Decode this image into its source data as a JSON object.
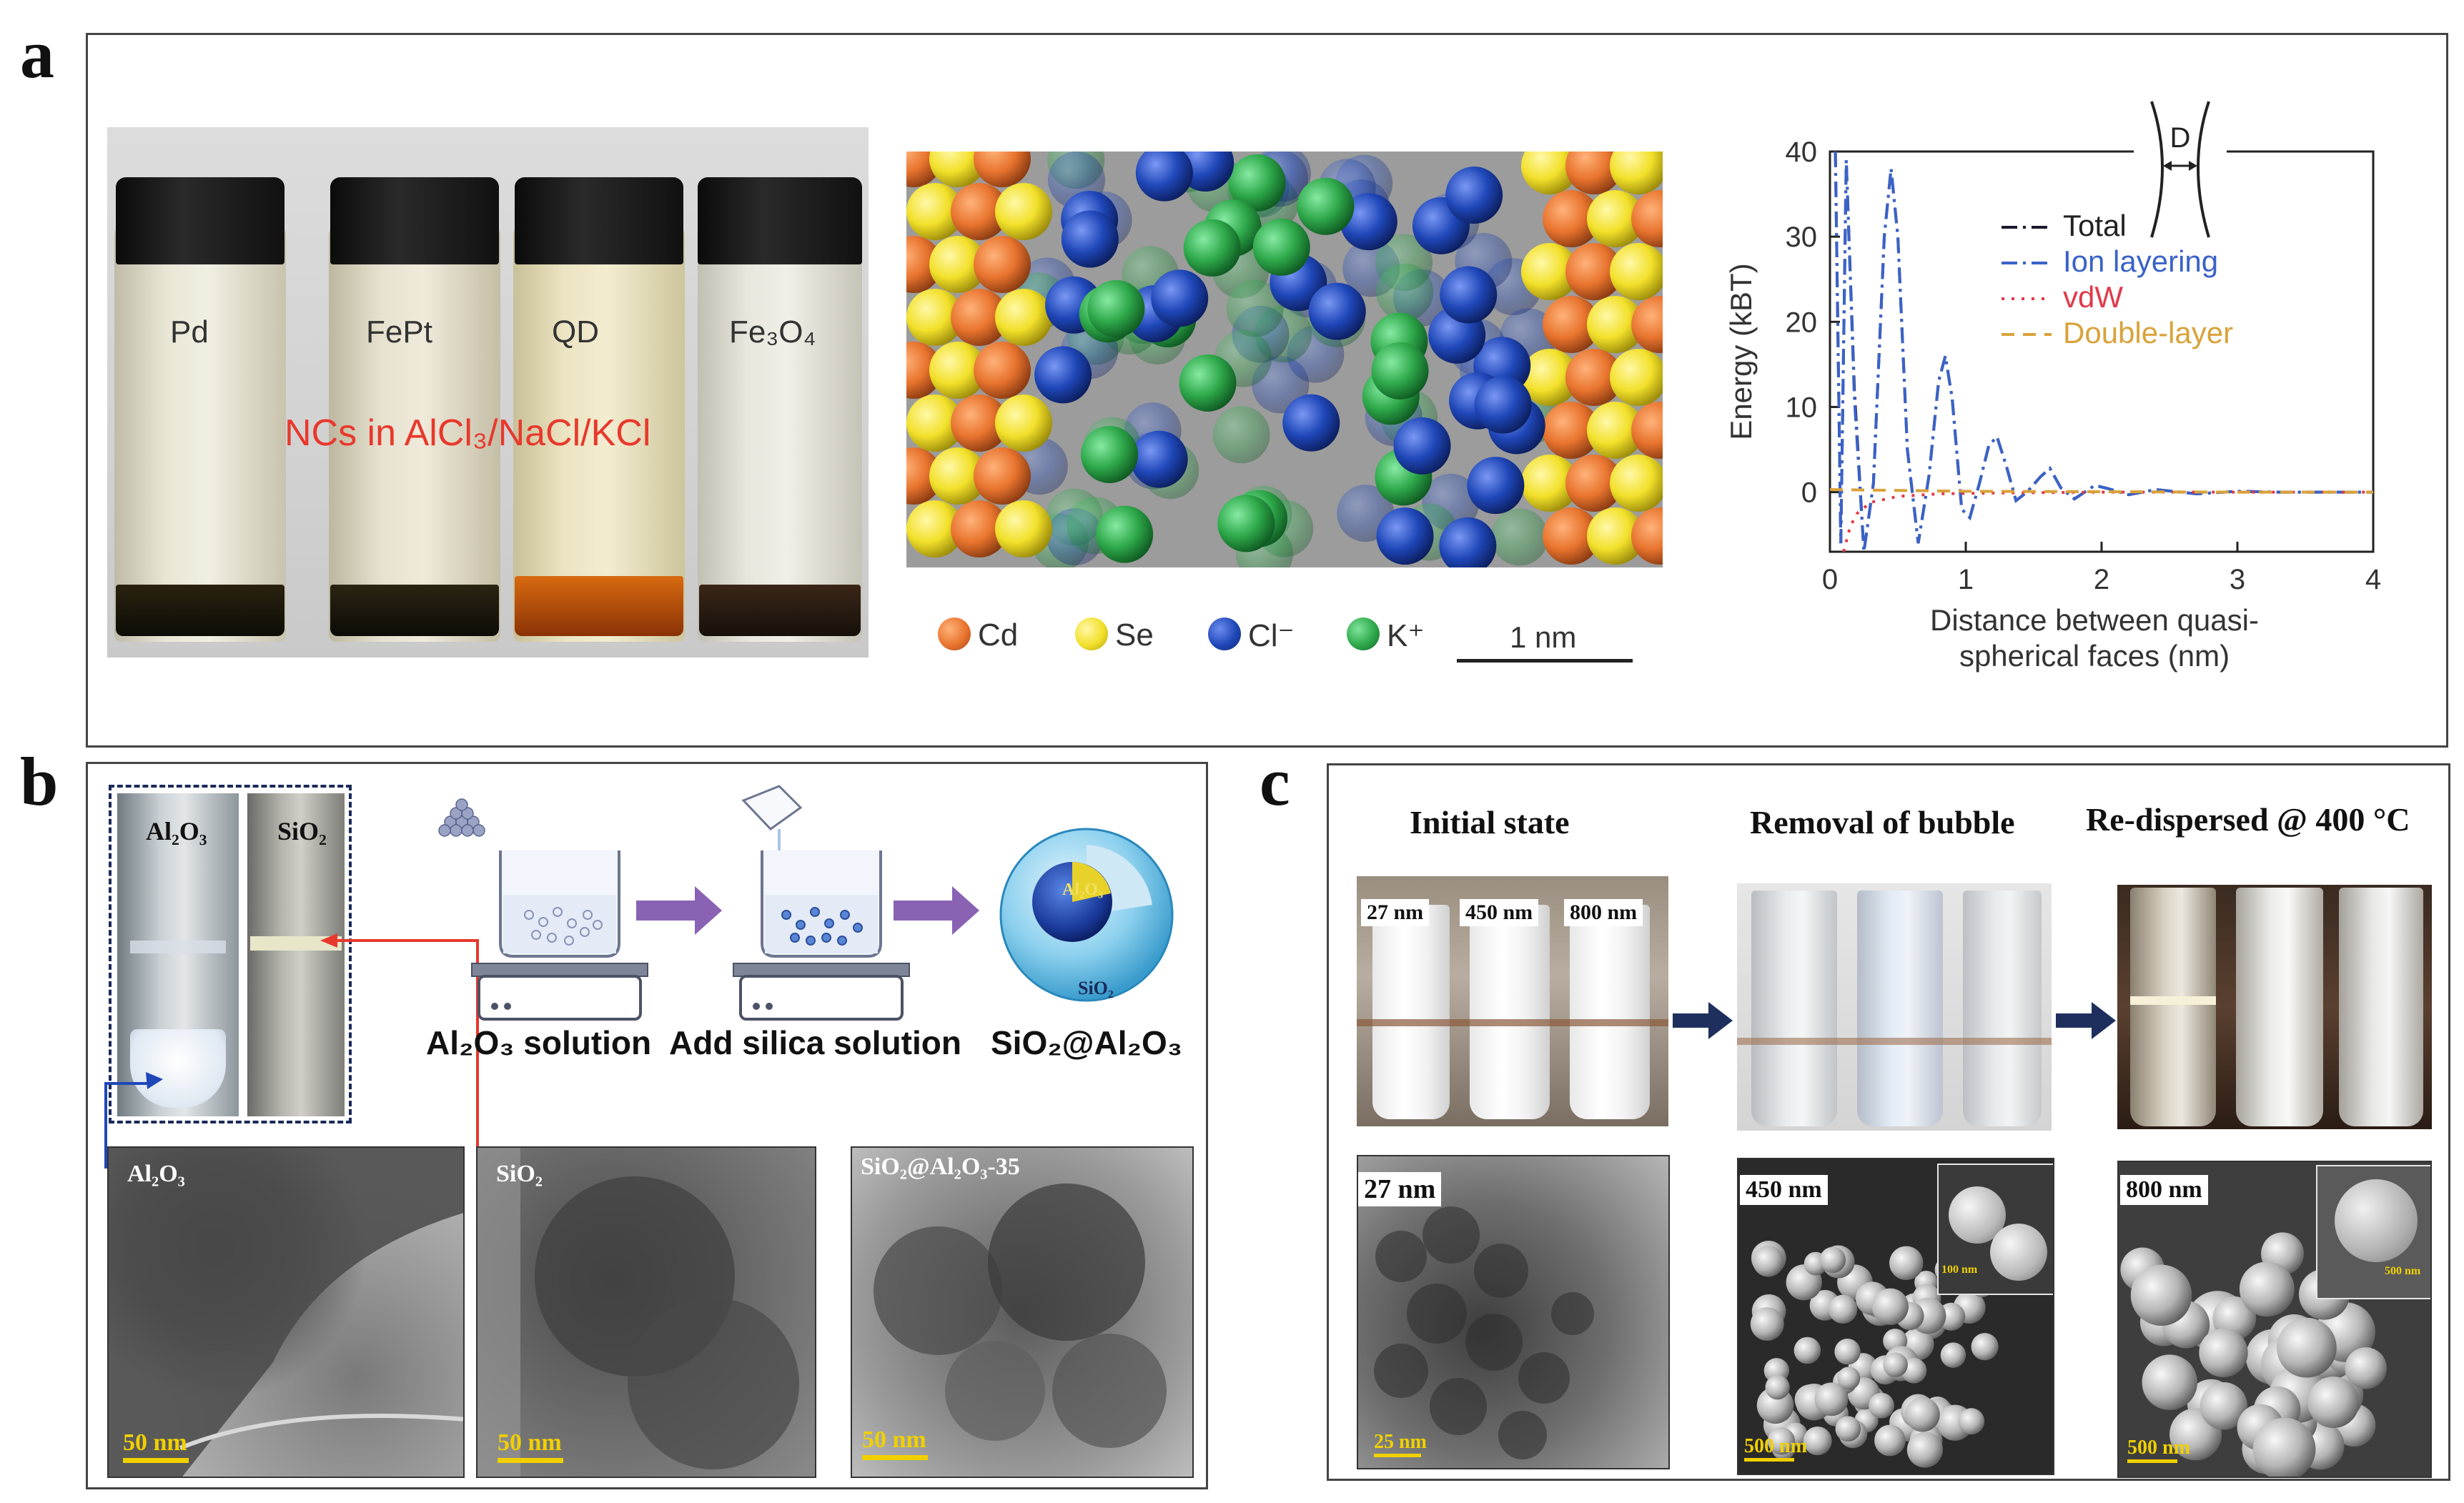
{
  "panels": {
    "a": {
      "letter": "a",
      "vials": {
        "labels": [
          "Pd",
          "FePt",
          "QD",
          "Fe₃O₄"
        ],
        "caption": "NCs in AlCl₃/NaCl/KCl",
        "caption_color": "#e8382c"
      },
      "simulation": {
        "legend": [
          {
            "label": "Cd",
            "color": "#e8742e"
          },
          {
            "label": "Se",
            "color": "#f2e02a"
          },
          {
            "label": "Cl⁻",
            "color": "#1f47b8"
          },
          {
            "label": "K⁺",
            "color": "#2ea84a"
          }
        ],
        "scale_label": "1 nm"
      },
      "inset_label": "D",
      "chart_data": {
        "type": "line",
        "title": "",
        "xlabel": "Distance between quasi-spherical faces (nm)",
        "xlabel_line1": "Distance between quasi-",
        "xlabel_line2": "spherical faces (nm)",
        "ylabel": "Energy (k_B T)",
        "ylabel_text": "Energy (kBT)",
        "xlim": [
          0,
          4
        ],
        "ylim": [
          -7,
          40
        ],
        "xticks": [
          "0",
          "1",
          "2",
          "3",
          "4"
        ],
        "yticks": [
          "0",
          "10",
          "20",
          "30",
          "40"
        ],
        "legend_position": "right",
        "series": [
          {
            "name": "Total",
            "color": "#1a1a2e",
            "dash": "dashdot",
            "x": [
              0.04,
              0.08,
              0.12,
              0.18,
              0.25,
              0.32,
              0.4,
              0.45,
              0.5,
              0.57,
              0.65,
              0.73,
              0.8,
              0.85,
              0.9,
              0.97,
              1.03,
              1.1,
              1.17,
              1.23,
              1.3,
              1.37,
              1.45,
              1.55,
              1.62,
              1.7,
              1.8,
              1.95,
              2.05,
              2.2,
              2.4,
              2.7,
              3.0,
              3.3,
              3.6,
              4.0
            ],
            "y": [
              40,
              -6,
              39,
              12,
              -7,
              1,
              30,
              38,
              30,
              5,
              -6,
              2,
              13,
              16,
              11,
              -2,
              -3,
              1,
              5.5,
              6.5,
              3,
              -1,
              0,
              1.8,
              2.8,
              0.5,
              -0.8,
              0.8,
              0.4,
              -0.3,
              0.3,
              -0.2,
              0.1,
              0,
              0,
              0
            ]
          },
          {
            "name": "Ion layering",
            "color": "#3a62c8",
            "dash": "dashdot",
            "x": [
              0.04,
              0.08,
              0.12,
              0.18,
              0.25,
              0.32,
              0.4,
              0.45,
              0.5,
              0.57,
              0.65,
              0.73,
              0.8,
              0.85,
              0.9,
              0.97,
              1.03,
              1.1,
              1.17,
              1.23,
              1.3,
              1.37,
              1.45,
              1.55,
              1.62,
              1.7,
              1.8,
              1.95,
              2.05,
              2.2,
              2.4,
              2.7,
              3.0,
              3.3,
              3.6,
              4.0
            ],
            "y": [
              40,
              -6,
              39,
              11,
              -7,
              1,
              30,
              38,
              30,
              5,
              -6,
              2,
              13,
              16,
              11,
              -2,
              -3,
              1,
              5.5,
              6.5,
              3,
              -1,
              0,
              1.8,
              2.8,
              0.5,
              -0.8,
              0.8,
              0.4,
              -0.3,
              0.3,
              -0.2,
              0.1,
              0,
              0,
              0
            ]
          },
          {
            "name": "vdW",
            "color": "#e03a4a",
            "dash": "dotted",
            "x": [
              0.1,
              0.15,
              0.2,
              0.3,
              0.5,
              0.8,
              1.2,
              2.0,
              4.0
            ],
            "y": [
              -7,
              -4,
              -2.5,
              -1.2,
              -0.5,
              -0.2,
              -0.1,
              0,
              0
            ]
          },
          {
            "name": "Double-layer",
            "color": "#d9a23a",
            "dash": "dashed",
            "x": [
              0.0,
              0.5,
              1.0,
              2.0,
              3.0,
              4.0
            ],
            "y": [
              0.3,
              0.2,
              0.1,
              0.05,
              0,
              0
            ]
          }
        ]
      }
    },
    "b": {
      "letter": "b",
      "tube_labels": [
        "Al₂O₃",
        "SiO₂"
      ],
      "steps": [
        "Al₂O₃ solution",
        "Add silica solution",
        "SiO₂@Al₂O₃"
      ],
      "sphere_core_label": "Al₂O₃",
      "sphere_shell_label": "SiO₂",
      "tem_labels": [
        "Al₂O₃",
        "SiO₂",
        "SiO₂@Al₂O₃-35"
      ],
      "scale_labels": [
        "50 nm",
        "50 nm",
        "50 nm"
      ]
    },
    "c": {
      "letter": "c",
      "titles": [
        "Initial state",
        "Removal of bubble",
        "Re-dispersed @ 400 °C"
      ],
      "tube_labels": [
        "27 nm",
        "450 nm",
        "800 nm"
      ],
      "micro_labels": [
        "27 nm",
        "450 nm",
        "800 nm"
      ],
      "scale_labels": [
        "25 nm",
        "500 nm",
        "500 nm"
      ],
      "inset_scale_labels": [
        "100 nm",
        "500 nm"
      ]
    }
  }
}
